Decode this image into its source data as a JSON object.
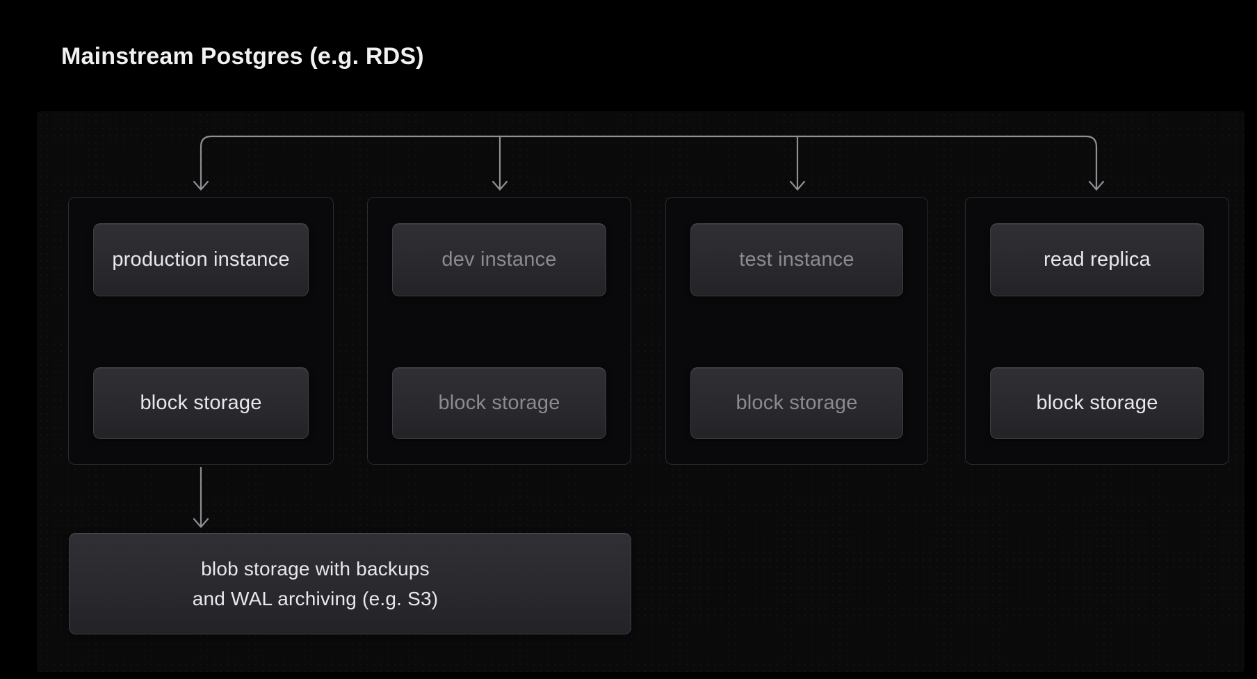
{
  "title": "Mainstream Postgres (e.g. RDS)",
  "colors": {
    "background": "#000000",
    "panel_bg": "#0a0a0b",
    "panel_dot": "#141417",
    "group_border": "#2b2b30",
    "group_bg": "#09090b",
    "node_bg_top": "#2f2f34",
    "node_bg_bottom": "#232327",
    "node_border": "#3d3d44",
    "text_bright": "#e9e9eb",
    "text_dim": "#8b8b90",
    "title_color": "#f1f1f2",
    "line": "#8f8f94"
  },
  "diagram": {
    "groups": [
      {
        "id": "production",
        "top_label": "production instance",
        "bottom_label": "block storage",
        "dimmed": false
      },
      {
        "id": "dev",
        "top_label": "dev instance",
        "bottom_label": "block storage",
        "dimmed": true
      },
      {
        "id": "test",
        "top_label": "test instance",
        "bottom_label": "block storage",
        "dimmed": true
      },
      {
        "id": "replica",
        "top_label": "read replica",
        "bottom_label": "block storage",
        "dimmed": false
      }
    ],
    "blob": {
      "line1": "blob storage with backups",
      "line2": "and WAL archiving (e.g. S3)"
    }
  }
}
